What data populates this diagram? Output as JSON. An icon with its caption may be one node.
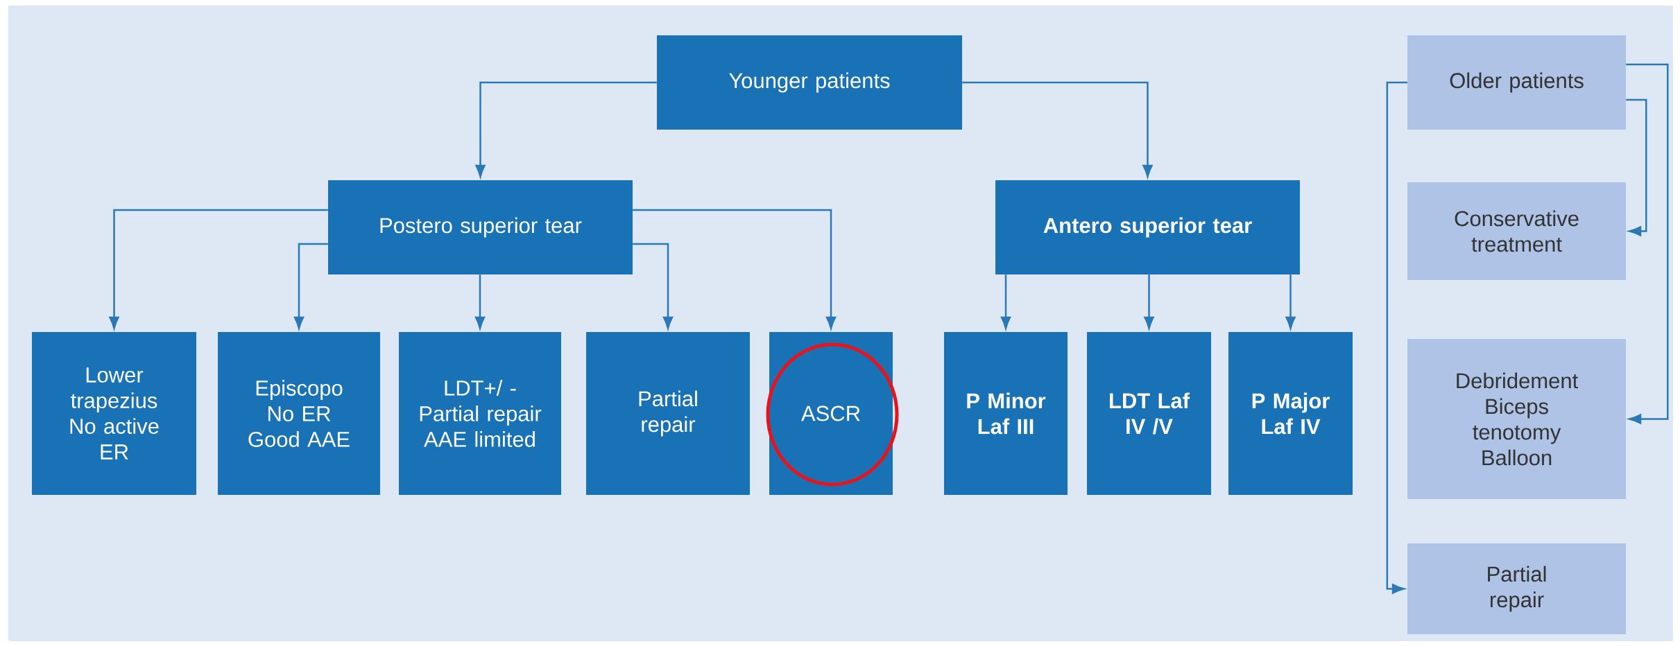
{
  "diagram": {
    "nodes": [
      {
        "text": [
          "Younger patients"
        ]
      },
      {
        "text": [
          "Postero superior tear"
        ]
      },
      {
        "text": [
          "Antero superior tear"
        ]
      },
      {
        "text": [
          "Lower trapezius No active ER"
        ]
      },
      {
        "text": [
          "Episcopo No ER Good AAE"
        ]
      },
      {
        "text": [
          "LDT+/ - Partial repair AAE limited"
        ]
      },
      {
        "text": [
          "Partial repair"
        ]
      },
      {
        "text": [
          "ASCR"
        ]
      },
      {
        "text": [
          "P Minor Laf III"
        ]
      },
      {
        "text": [
          "LDT Laf IV /V"
        ]
      },
      {
        "text": [
          "P Major Laf IV"
        ]
      },
      {
        "text": [
          "Older patients"
        ]
      },
      {
        "text": [
          "Conservative treatment"
        ]
      },
      {
        "text": [
          "Debridement Biceps tenotomy Balloon"
        ]
      },
      {
        "text": [
          "Partial repair"
        ]
      }
    ],
    "edges": [
      {
        "from": 0,
        "to": 1,
        "arrow": "to"
      },
      {
        "from": 0,
        "to": 2,
        "arrow": "to"
      },
      {
        "from": 1,
        "to": 3,
        "arrow": "to"
      },
      {
        "from": 1,
        "to": 4,
        "arrow": "to"
      },
      {
        "from": 1,
        "to": 5,
        "arrow": "to"
      },
      {
        "from": 1,
        "to": 6,
        "arrow": "to"
      },
      {
        "from": 1,
        "to": 7,
        "arrow": "to"
      },
      {
        "from": 2,
        "to": 8,
        "arrow": "to"
      },
      {
        "from": 2,
        "to": 9,
        "arrow": "to"
      },
      {
        "from": 2,
        "to": 10,
        "arrow": "to"
      },
      {
        "from": 11,
        "to": 12,
        "arrow": "to"
      },
      {
        "from": 11,
        "to": 13,
        "arrow": "to"
      },
      {
        "from": 11,
        "to": 14,
        "arrow": "to"
      }
    ]
  }
}
